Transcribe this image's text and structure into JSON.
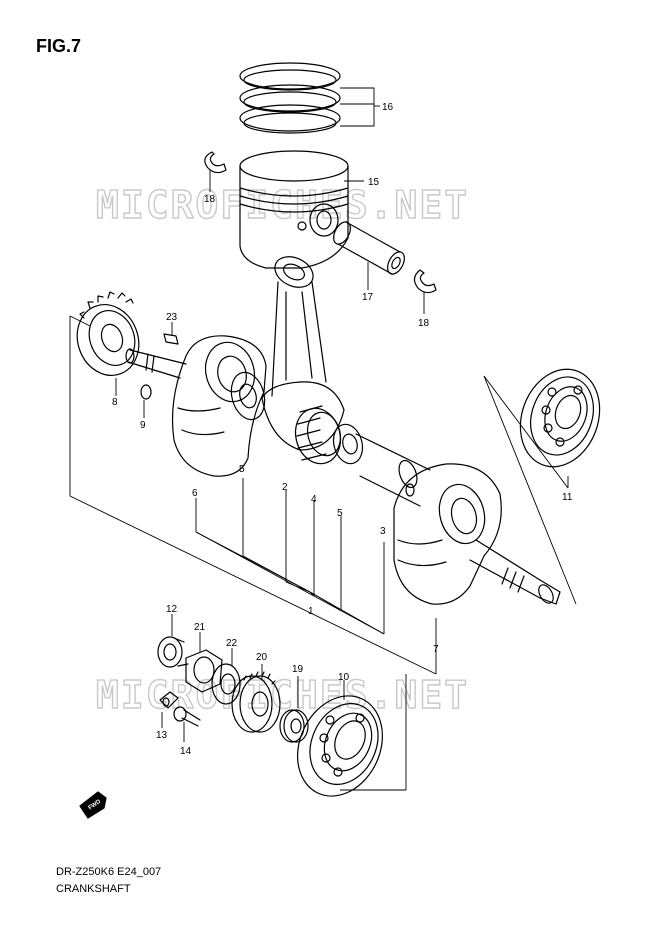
{
  "figure": {
    "title": "FIG.7",
    "model_code": "DR-Z250K6 E24_007",
    "caption": "CRANKSHAFT",
    "watermark": "MICROFICHES.NET",
    "fwd_label": "FWD"
  },
  "parts": [
    {
      "id": "p1",
      "label": "1"
    },
    {
      "id": "p2",
      "label": "2"
    },
    {
      "id": "p3",
      "label": "3"
    },
    {
      "id": "p4",
      "label": "4"
    },
    {
      "id": "p5a",
      "label": "5"
    },
    {
      "id": "p5b",
      "label": "5"
    },
    {
      "id": "p6",
      "label": "6"
    },
    {
      "id": "p7",
      "label": "7"
    },
    {
      "id": "p8",
      "label": "8"
    },
    {
      "id": "p9",
      "label": "9"
    },
    {
      "id": "p10",
      "label": "10"
    },
    {
      "id": "p11",
      "label": "11"
    },
    {
      "id": "p12",
      "label": "12"
    },
    {
      "id": "p13",
      "label": "13"
    },
    {
      "id": "p14",
      "label": "14"
    },
    {
      "id": "p15",
      "label": "15"
    },
    {
      "id": "p16",
      "label": "16"
    },
    {
      "id": "p17",
      "label": "17"
    },
    {
      "id": "p18a",
      "label": "18"
    },
    {
      "id": "p18b",
      "label": "18"
    },
    {
      "id": "p19",
      "label": "19"
    },
    {
      "id": "p20",
      "label": "20"
    },
    {
      "id": "p21",
      "label": "21"
    },
    {
      "id": "p22",
      "label": "22"
    },
    {
      "id": "p23",
      "label": "23"
    }
  ]
}
